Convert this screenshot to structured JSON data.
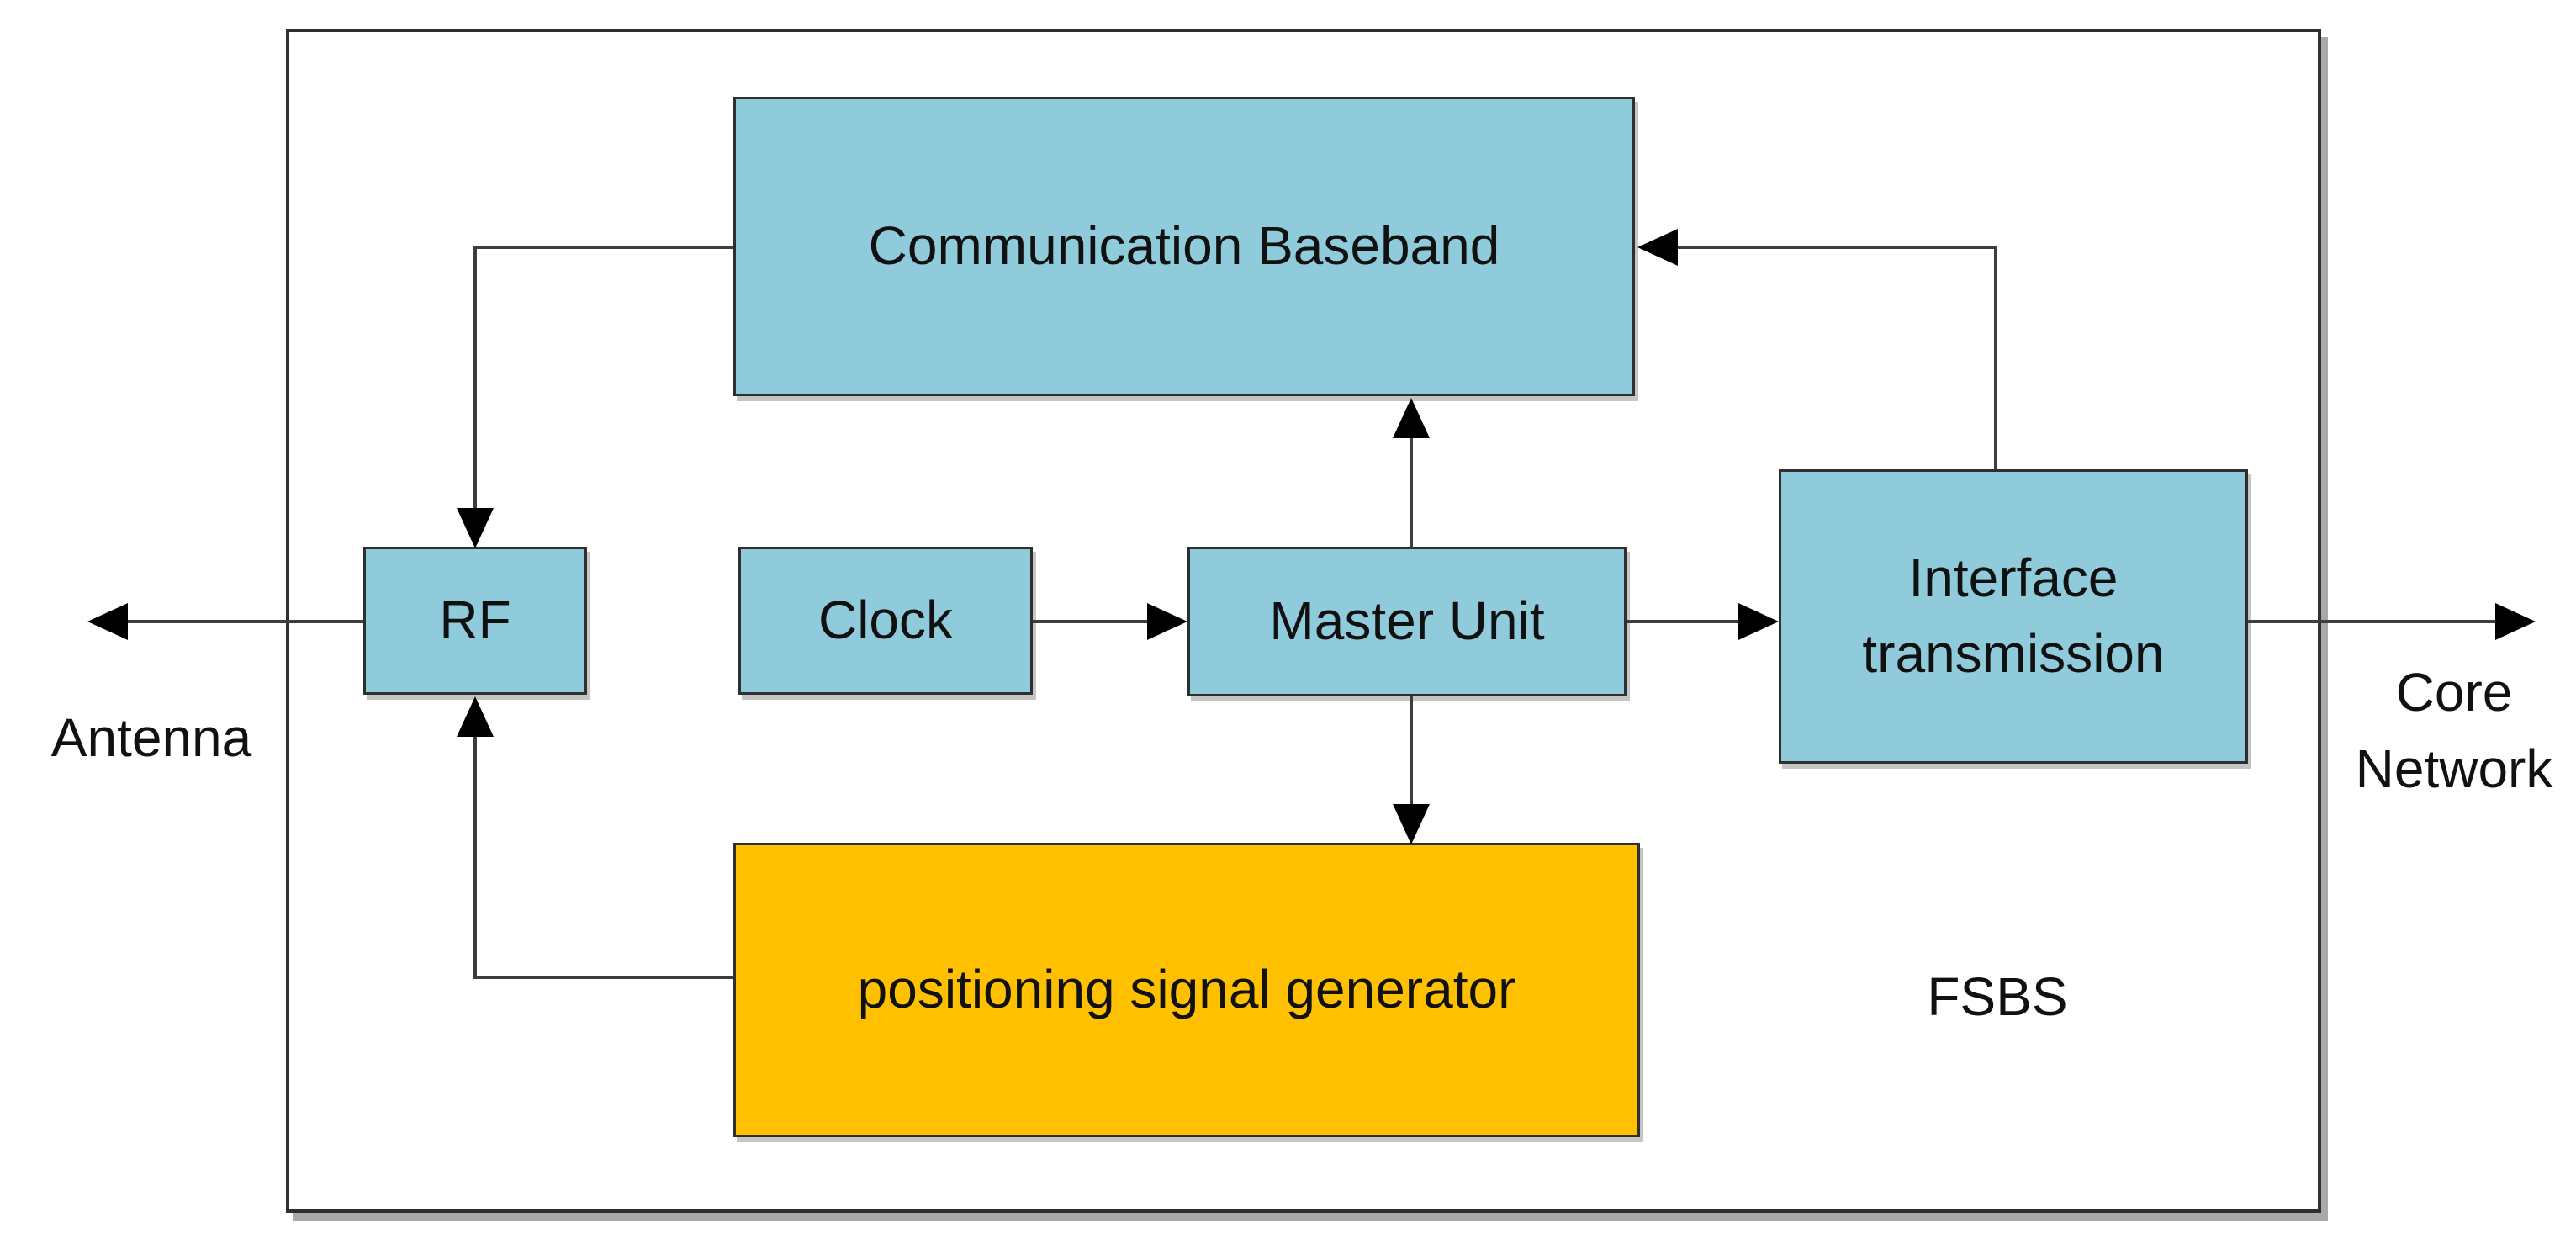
{
  "diagram": {
    "title_label": "FSBS",
    "boxes": {
      "comm_baseband": {
        "label": "Communication Baseband",
        "color": "#90CBDC"
      },
      "rf": {
        "label": "RF",
        "color": "#90CBDC"
      },
      "clock": {
        "label": "Clock",
        "color": "#90CBDC"
      },
      "master_unit": {
        "label": "Master Unit",
        "color": "#90CBDC"
      },
      "interface_transmission": {
        "label": "Interface transmission",
        "color": "#90CBDC"
      },
      "positioning_signal_generator": {
        "label": "positioning signal generator",
        "color": "#FFC000"
      }
    },
    "external_labels": {
      "antenna": "Antenna",
      "core_network": "Core Network"
    },
    "connections": [
      {
        "from": "RF",
        "to": "Antenna",
        "arrow": "left"
      },
      {
        "from": "Communication Baseband",
        "to": "RF",
        "arrow": "down"
      },
      {
        "from": "positioning signal generator",
        "to": "RF",
        "arrow": "up"
      },
      {
        "from": "Clock",
        "to": "Master Unit",
        "arrow": "right"
      },
      {
        "from": "Master Unit",
        "to": "Communication Baseband",
        "arrow": "up"
      },
      {
        "from": "Master Unit",
        "to": "positioning signal generator",
        "arrow": "down"
      },
      {
        "from": "Master Unit",
        "to": "Interface transmission",
        "arrow": "right"
      },
      {
        "from": "Interface transmission",
        "to": "Communication Baseband",
        "arrow": "left"
      },
      {
        "from": "Interface transmission",
        "to": "Core Network",
        "arrow": "right"
      }
    ],
    "colors": {
      "box_blue": "#90CBDC",
      "box_orange": "#FFC000",
      "border": "#2F2F2F",
      "line": "#3D3D3D",
      "arrow": "#000000",
      "text": "#111111",
      "background": "#FFFFFF"
    }
  }
}
